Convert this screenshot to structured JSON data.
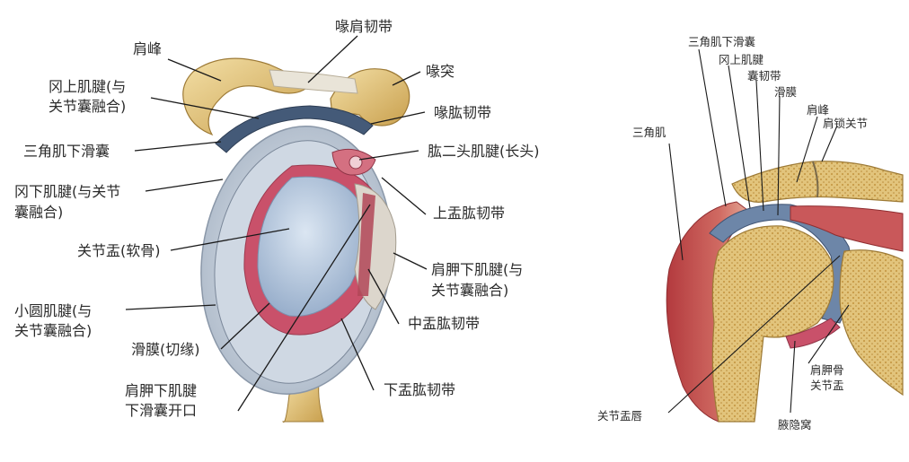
{
  "left_figure": {
    "labels": {
      "jianfeng": "肩峰",
      "huijian_rendai": "喙肩韧带",
      "huitu": "喙突",
      "gangshang_1": "冈上肌腱(与",
      "gangshang_2": "关节囊融合)",
      "huigong_rendai": "喙肱韧带",
      "sanjiao_huanang": "三角肌下滑囊",
      "ertou": "肱二头肌腱(长头)",
      "gangxia_1": "冈下肌腱(与关节",
      "gangxia_2": "囊融合)",
      "shangyu_rendai": "上盂肱韧带",
      "guanjieyu": "关节盂(软骨)",
      "jianjiaxia_1": "肩胛下肌腱(与",
      "jianjiaxia_2": "关节囊融合)",
      "xiaoyuan_1": "小圆肌腱(与",
      "xiaoyuan_2": "关节囊融合)",
      "zhongyu_rendai": "中盂肱韧带",
      "huamo_qieyuan": "滑膜(切缘)",
      "xiayu_rendai": "下盂肱韧带",
      "jianjiaxia_nang_1": "肩胛下肌腱",
      "jianjiaxia_nang_2": "下滑囊开口"
    }
  },
  "right_figure": {
    "labels": {
      "sanjiao_huanang": "三角肌下滑囊",
      "gangshang_jian": "冈上肌腱",
      "nangrendai": "囊韧带",
      "huamo": "滑膜",
      "jianfeng": "肩峰",
      "jiansuo": "肩锁关节",
      "sanjiaoji": "三角肌",
      "guanjieyuchun": "关节盂唇",
      "jianjiagu_1": "肩胛骨",
      "jianjiagu_2": "关节盂",
      "yeyinwo": "腋隐窝"
    }
  },
  "colors": {
    "bone": "#d9b76a",
    "bone_light": "#f0dca8",
    "cartilage": "#b9cbe0",
    "capsule": "#c7d2de",
    "synovium": "#c9516a",
    "muscle": "#c2484a",
    "line": "#1a1a1a"
  }
}
